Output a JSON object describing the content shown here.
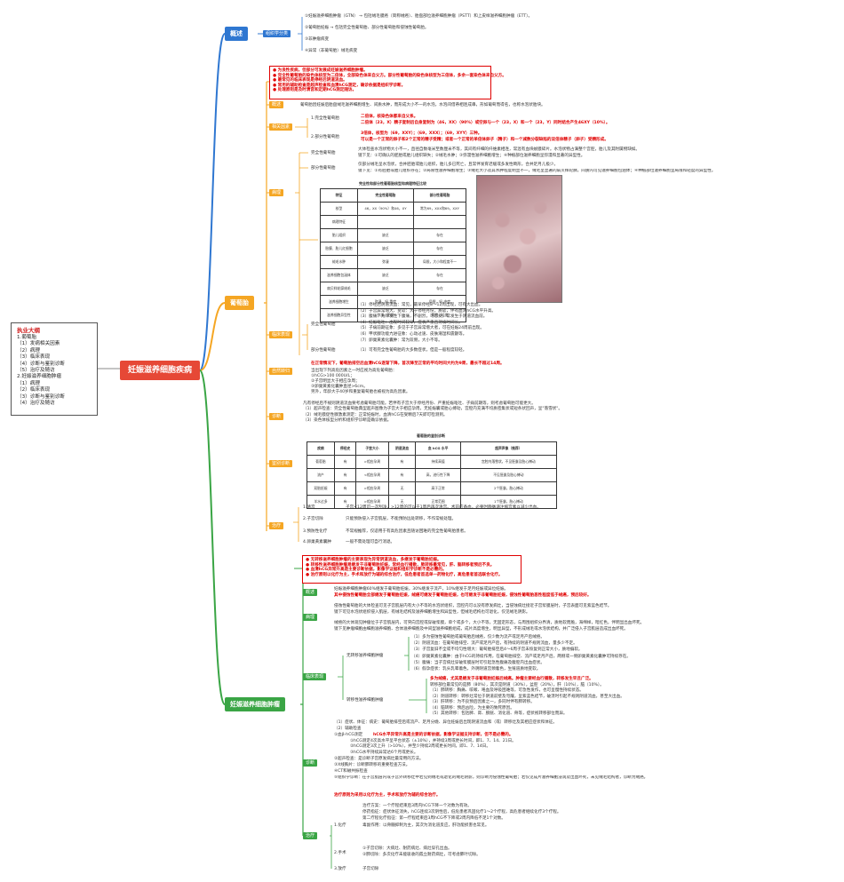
{
  "root": "妊娠滋养细胞疾病",
  "outline": {
    "title": "执业大纲",
    "items": [
      "1.葡萄胎",
      "（1）发病相关因素",
      "（2）病理",
      "（3）临床表现",
      "（4）诊断与鉴别诊断",
      "（5）治疗及随访",
      "2.妊娠滋养细胞肿瘤",
      "（1）病理",
      "（2）临床表现",
      "（3）诊断与鉴别诊断",
      "（4）治疗及随访"
    ]
  },
  "overview": {
    "label": "概述",
    "sub": "组织学分类",
    "items": [
      "①妊娠滋养细胞肿瘤（GTN） → 包括绒毛膜癌（简称绒癌）、胎盘部位滋养细胞肿瘤（PSTT）和上皮样滋养细胞肿瘤（ETT）。",
      "②葡萄胎妊娠 → 包括完全性葡萄胎、部分性葡萄胎和侵蚀性葡萄胎。",
      "③非肿瘤病变",
      "④异常（非葡萄胎）绒毛病变"
    ]
  },
  "mole": {
    "label": "葡萄胎",
    "keypoints": [
      "为良性疾病，但部分可发展成妊娠滋养细胞肿瘤。",
      "完全性葡萄胎的染色体核型为二倍体，全部染色体来自父方。部分性葡萄胎的染色体核型为三倍体，多余一套染色体来自父方。",
      "最常见的临床表现是停经后阴道流血。",
      "常用的辅助检查是超声检查和血清hCG测定，确诊依据是组织学诊断。",
      "处理原则是及时清宫和定期hCG测定随访。"
    ],
    "summary_tag": "概述",
    "summary": "葡萄胎因妊娠后胎盘绒毛滋养细胞增生、间质水肿，而形成大小不一的水泡，水泡间借蒂相连成串，形如葡萄而得名，也称水泡状胎块。",
    "cause_tag": "相关因素",
    "cause_complete_label": "1.完全性葡萄胎",
    "cause_complete_1": "二倍体，核染色体都来自父系。",
    "cause_complete_2": "二倍体（23，X）精子复制后自身复制为（46，XX）（90%）或空卵与一个（23，X）和一个（23，Y）同时结合产生46XY（10%）。",
    "cause_partial_label": "2.部分性葡萄胎",
    "cause_partial_1": "3倍体，核型为（69，XXY）；（69，XXX）；（69，XYY）三种。",
    "cause_partial_2": "可以是一个正常的卵子和2个正常的精子受精；或者一个正常的单倍体卵子（精子）和一个减数分裂缺陷的双倍体精子（卵子）受精形成。",
    "path_tag": "病理",
    "path_complete_label": "完全性葡萄胎",
    "path_complete_1": "大体检查水泡状物大小不一，直径自数毫米至数厘米不等，其间有纤细的纤维素相连，常混有血块蜕膜碎片。水泡状物占满整个宫腔，胎儿及其附属物缺如。",
    "path_complete_2": "镜下见：①可确认的胚胎或胎儿组织缺失；②绒毛水肿；③弥漫性滋养细胞增生；④种植部位滋养细胞呈弥漫和显著的异型性。",
    "path_partial_label": "部分性葡萄胎",
    "path_partial_1": "仅部分绒毛呈水泡状，合并胚胎或胎儿组织，胎儿多已死亡，且常伴发育迟缓或多发性畸形，合并足月儿极少。",
    "path_partial_2": "镜下见：①有胚胎或胎儿组织存在；②局限性滋养细胞增生；③绒毛大小及其水肿程度明显不一，绒毛呈显著的扇贝样轮廓，间质内可见滋养细胞包涵体；④种植部位滋养细胞呈局限和轻度的异型性。",
    "table1": {
      "title": "完全性和部分性葡萄胎核型和病理特征比较",
      "header": [
        "特征",
        "完全性葡萄胎",
        "部分性葡萄胎"
      ],
      "rows": [
        [
          "核型",
          "46，XX（90%）和46，XY",
          "常为69，XXX和69，XXY"
        ],
        [
          "病理特征",
          "",
          ""
        ],
        [
          "胎儿组织",
          "缺乏",
          "存在"
        ],
        [
          "胎膜、胎儿红细胞",
          "缺乏",
          "存在"
        ],
        [
          "绒毛水肿",
          "弥漫",
          "局限，大小和程度不一"
        ],
        [
          "滋养细胞包涵体",
          "缺乏",
          "存在"
        ],
        [
          "扇贝样轮廓绒毛",
          "缺乏",
          "存在"
        ],
        [
          "滋养细胞增生",
          "弥漫，轻-重度",
          "局限，轻-中度"
        ],
        [
          "滋养细胞异型性",
          "弥漫，明显",
          "局限，轻度"
        ]
      ]
    },
    "clinical_tag": "临床表现",
    "clinical_complete_label": "完全性葡萄胎",
    "clinical_complete_items": [
      "（1）停经后阴道流血：常见，最早停经8～12周出现，可有大出血。",
      "（2）子宫异常增大、变软：大于停经月份，质软，伴有血清hCG水平升高。",
      "（3）腹痛：为阵发性下腹痛，不剧烈，可忍受，常发生于阴道流血前。",
      "（4）妊娠呕吐：出现时间较早，症状严重且持续时间长。",
      "（5）子痫前期征象：多见于子宫异常增大者，可在妊娠24周前出现。",
      "（6）甲状腺功能亢进征象：心动过速、皮肤潮湿和震颤等。",
      "（7）卵巢黄素化囊肿：常为双侧，大小不等。"
    ],
    "clinical_partial_label": "部分性葡萄胎",
    "clinical_partial": "（1）可有完全性葡萄胎的大多数症状，但是一般程度较轻。",
    "follow_tag": "自然转归",
    "follow_red": "在正常情况下，葡萄胎排空后血清hCG逐渐下降，首次降至正常的平均时间大约为9周，最长不超过14周。",
    "follow_lines": [
      "当出现下列高危因素之一时应视为高危葡萄胎：",
      "①hCG>100 000U/L；",
      "②子宫明显大于相应孕周；",
      "③卵巢黄素化囊肿直径>6cm。",
      "另外，年龄大于40岁和重复葡萄胎也被视为高危因素。"
    ],
    "diag_tag": "诊断",
    "diag_lines": [
      "凡有停经后不规则阴道流血要考虑葡萄胎可能。若伴有子宫大于停经月份、严重妊娠呕吐、子痫前期等，则考虑葡萄胎可能更大。",
      "（1）超声检查：完全性葡萄胎典型超声图像为子宫大于相应孕周，无妊娠囊或胎心搏动，宫腔内充满不均质密集状或短条状回声，呈\"落雪状\"。",
      "（2）绒毛膜促性腺激素测定：正常妊娠时，血清hCG在受精后7天即可检测到。",
      "（3）染色体核型分析和组织学诊断是确诊依据。"
    ],
    "diff_tag": "鉴别诊断",
    "table2": {
      "title": "葡萄胎的鉴别诊断",
      "header": [
        "疾病",
        "停经史",
        "子宫大小",
        "阴道流血",
        "血 hCG 水平",
        "超声声像（推荐）"
      ],
      "rows": [
        [
          "葡萄胎",
          "有",
          ">相应孕周",
          "有",
          "持续高值",
          "宫腔内落雪状，不见胚囊及胎心搏动"
        ],
        [
          "流产",
          "有",
          "<相应孕周",
          "有",
          "高，进行性下降",
          "不见胚囊及胎心搏动"
        ],
        [
          "双胎妊娠",
          "有",
          ">相应孕周",
          "无",
          "高于正常",
          "2个胚囊，胎心搏动"
        ],
        [
          "羊水过多",
          "有",
          ">相应孕周",
          "无",
          "正常范围",
          "1个胚囊，胎心搏动"
        ]
      ]
    },
    "treat_tag": "治疗",
    "treat": [
      {
        "label": "1.清宫",
        "text": "子宫<12周可一次刮净，>12周的可以于1周后再次清宫。术前应备血，必要时静脉滴注缩宫素以减少出血。"
      },
      {
        "label": "2.子宫切除",
        "text": "只能预防侵入子宫肌层，不能预防远处转移，不作常规处理。"
      },
      {
        "label": "3.预防性化疗",
        "text": "不常规推荐，仅适用于有高危因素且随访困难的完全性葡萄胎患者。"
      },
      {
        "label": "4.卵巢黄素囊肿",
        "text": "一般不需处理可自行消退。"
      }
    ]
  },
  "gtn": {
    "label": "妊娠滋养细胞肿瘤",
    "keypoints": [
      "无转移滋养细胞肿瘤的主要表现为异常阴道流血，多继发于葡萄胎妊娠。",
      "转移性滋养细胞肿瘤易继发于非葡萄胎妊娠，常经血行播散，肺转移最常见，肝、脑转移者预后不良。",
      "血清hCG异常升高是主要诊断依据，影像学证据和组织学诊断不是必需的。",
      "治疗原则以化疗为主，手术和放疗为辅的综合治疗，低危患者首选单一药物化疗，高危患者首选联合化疗。"
    ],
    "summary_tag": "概述",
    "summary_1": "妊娠滋养细胞肿瘤60%继发于葡萄胎妊娠，30%继发于流产，10%继发于足月妊娠或异位妊娠。",
    "summary_2": "其中侵蚀性葡萄胎全部继发于葡萄胎妊娠，绒癌可继发于葡萄胎妊娠，也可继发于非葡萄胎妊娠，侵蚀性葡萄胎恶性程度低于绒癌，预后较好。",
    "path_tag": "病理",
    "path_1": "侵蚀性葡萄胎的大体检查可见子宫肌层内有大小不等的水泡状组织，宫腔内可以没有原发病灶，当侵蚀病灶接近子宫浆膜层时，子宫表面可见紫蓝色结节。",
    "path_2": "镜下可见水泡状组织侵入肌层，有绒毛结构及滋养细胞增生和异型性，但绒毛结构也可退化，仅见绒毛阴影。",
    "path_3": "绒癌的大体观见肿瘤位于子宫肌层内，可突向宫腔或穿破浆膜，单个或多个，大小不等，无固定形态，与周围组织分界清，质地软而脆，海绵样，暗红色，伴明显出血坏死。",
    "path_4": "镜下见肿瘤细胞由细胞滋养细胞、合体滋养细胞及中间型滋养细胞组成，成片高度增生，明显异型，不形成绒毛或水泡状结构，并广泛侵入子宫肌层造成出血坏死。",
    "clin_tag": "临床表现",
    "clin_nonmeta_label": "无转移滋养细胞肿瘤",
    "clin_nonmeta": [
      "（1）多为侵蚀性葡萄胎或葡萄胎后绒癌，仅少数为流产或足月产后绒癌。",
      "（2）阴道流血：在葡萄胎排空、流产或足月产后，有持续的阴道不规则流血，量多少不定。",
      "（3）子宫复旧不全或不均匀性增大：葡萄胎排空后4～6周子宫未恢复到正常大小，质地偏软。",
      "（4）卵巢黄素化囊肿：由于hCG的持续作用，在葡萄胎排空、流产或足月产后，两侧或一侧卵巢黄素化囊肿可持续存在。",
      "（5）腹痛：当子宫病灶穿破浆膜层时可引起急性腹痛及腹腔内出血症状。",
      "（6）假孕症状：乳头乳晕着色，外阴阴道宫颈着色，生殖道质地变软。"
    ],
    "clin_meta_label": "转移性滋养细胞肿瘤",
    "clin_meta_red": "多为绒癌，尤其是继发于非葡萄胎妊娠后绒癌。肿瘤主要经血行播散，转移发生早且广泛。",
    "clin_meta": [
      "转移部位最常见的是肺（80%），其次是阴道（30%），盆腔（20%），肝（10%），脑（10%）。",
      "（1）肺转移：胸痛、咳嗽、咯血及呼吸困难等，可急性发作，也可呈慢性持续状态。",
      "（2）阴道转移：转移灶常位于阴道前壁及穹窿，呈紫蓝色结节，破溃时引起不规则阴道流血，甚至大出血。",
      "（3）肝转移：为不良预后因素之一，多同时伴有肺转移。",
      "（4）脑转移：预后凶险，为主要的致死原因。",
      "（5）其他转移：包括脾、肾、膀胱、消化道、骨等，症状视转移部位而异。"
    ],
    "diag_tag": "诊断",
    "diag_lines": [
      "（1）症状、体征：病史：葡萄胎排空后或流产、足月分娩、异位妊娠后出现阴道流血和（或）转移灶及其相应症状和体征。",
      "（2）辅助检查",
      "①血β-hCG测定",
      "②超声检查：是诊断子宫原发病灶最常用的方法。",
      "③X线胸片：诊断肺转移的重要检查方法。",
      "④CT和磁共振检查",
      "⑤组织学诊断：在子宫肌层内或子宫外转移灶中若见到绒毛或退化的绒毛阴影，则诊断为侵蚀性葡萄胎；若仅见成片滋养细胞浸润及出血坏死，未见绒毛结构者，诊断为绒癌。"
    ],
    "diag_red": "hCG水平异常升高是主要的诊断依据，影像学证据支持诊断，但不是必需的。",
    "diag_sub": [
      "①hCG测定4次高水平呈平台状态（±10%），并持续3周或更长时间，即1、7、14、21日。",
      "②hCG测定3次上升（>10%），并至少持续2周或更长时间，即1、7、14日。",
      "③hCG水平持续异常达6个月或更长。"
    ],
    "treat_tag": "治疗",
    "treat_red": "治疗原则为采用以化疗为主，手术和放疗为辅的综合治疗。",
    "treat": [
      {
        "label": "1.化疗",
        "lines": [
          "治疗方案：一个疗程结束后3周内hCG下降一个对数为有效。",
          "停药指征：症状体征消失，hCG连续3次阴性后，低危患者巩固化疗1～2个疗程，高危患者继续化疗3个疗程。",
          "第二疗程化疗指征：第一疗程结束后3周hCG不下降或2周内降低不足1个对数。",
          "毒副作用：以骨髓抑制为主，其次为消化道反应，肝功能损害也常见。"
        ]
      },
      {
        "label": "2.手术",
        "lines": [
          "①子宫切除：大病灶、耐药病灶、病灶穿孔出血。",
          "②肺切除：多次化疗未能吸收的孤立耐药病灶，可考虑肺叶切除。"
        ]
      },
      {
        "label": "3.放疗",
        "lines": [
          "子宫切除"
        ]
      }
    ]
  },
  "colors": {
    "root": "#e64836",
    "overview": "#2f77d1",
    "mole": "#f5a623",
    "gtn": "#3aa545",
    "keypoint": "#e00000"
  }
}
